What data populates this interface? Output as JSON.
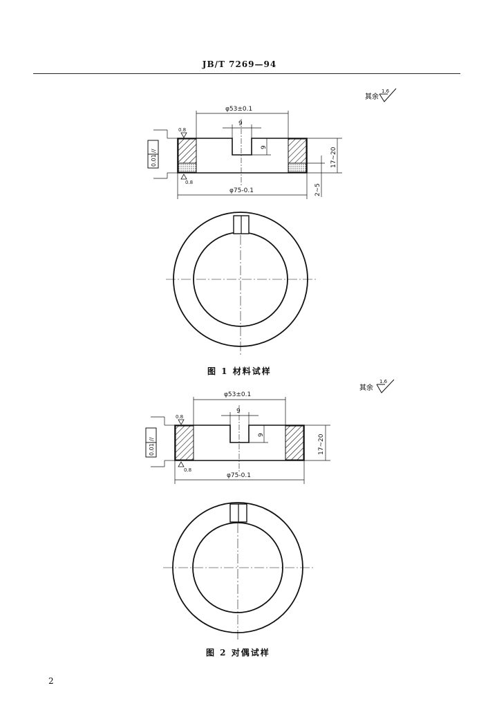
{
  "header": {
    "standard_code": "JB/T 7269—94"
  },
  "figure1": {
    "rest_label": "其余",
    "rest_roughness": "1.6",
    "dim_outer_top": "φ53±0.1",
    "dim_slot_width": "9",
    "dim_slot_depth": "9",
    "dim_height": "17~20",
    "dim_bottom_offset": "2~5",
    "dim_outer_bottom": "φ75-0.1",
    "roughness_top": "0.8",
    "roughness_bottom": "0.8",
    "tolerance_symbol": "//",
    "tolerance_value": "0.01",
    "caption": "图 1  材料试样"
  },
  "figure2": {
    "rest_label": "其余",
    "rest_roughness": "1.6",
    "dim_outer_top": "φ53±0.1",
    "dim_slot_width": "9",
    "dim_slot_depth": "9",
    "dim_height": "17~20",
    "dim_outer_bottom": "φ75-0.1",
    "roughness_top": "0.8",
    "roughness_bottom": "0.8",
    "tolerance_symbol": "//",
    "tolerance_value": "0.01",
    "caption": "图 2  对偶试样"
  },
  "footer": {
    "page_number": "2"
  }
}
